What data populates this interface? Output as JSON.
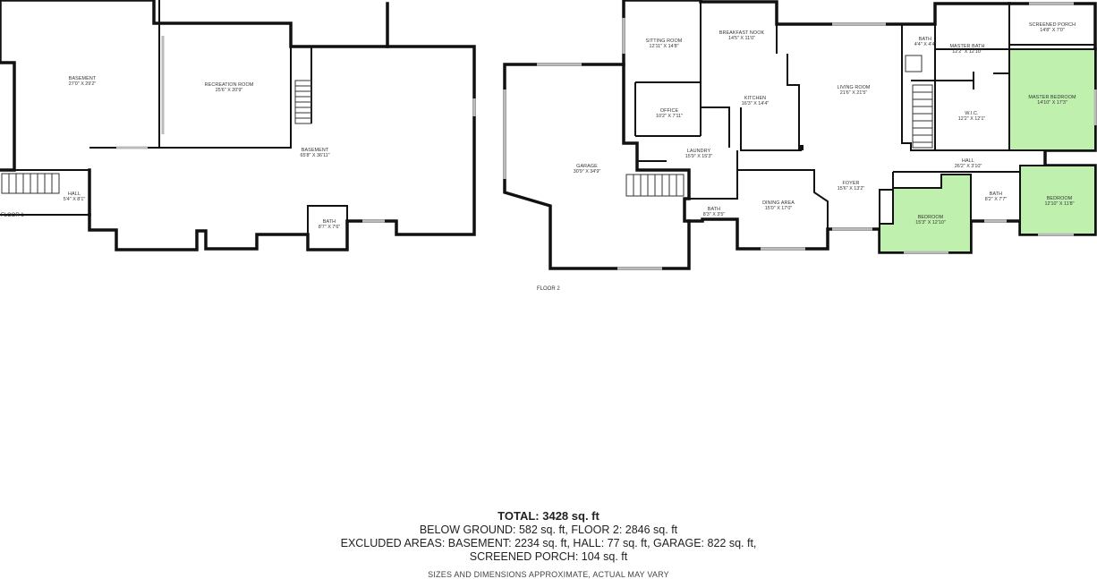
{
  "floors": {
    "floor1": {
      "label": "FLOOR 1",
      "rooms": {
        "basement_a": {
          "name": "BASEMENT",
          "dims": "27'0\" X 29'2\""
        },
        "recreation": {
          "name": "RECREATION ROOM",
          "dims": "25'6\" X 20'9\""
        },
        "basement_b": {
          "name": "BASEMENT",
          "dims": "65'8\" X 36'11\""
        },
        "hall": {
          "name": "HALL",
          "dims": "5'4\" X 8'1\""
        },
        "bath": {
          "name": "BATH",
          "dims": "8'7\" X 7'6\""
        }
      }
    },
    "floor2": {
      "label": "FLOOR 2",
      "rooms": {
        "garage": {
          "name": "GARAGE",
          "dims": "30'9\" X 34'9\""
        },
        "sitting": {
          "name": "SITTING ROOM",
          "dims": "12'11\" X 14'8\""
        },
        "breakfast": {
          "name": "BREAKFAST NOOK",
          "dims": "14'5\" X 11'0\""
        },
        "office": {
          "name": "OFFICE",
          "dims": "10'2\" X 7'11\""
        },
        "kitchen": {
          "name": "KITCHEN",
          "dims": "16'3\" X 14'4\""
        },
        "laundry": {
          "name": "LAUNDRY",
          "dims": "15'9\" X 15'3\""
        },
        "bath_small": {
          "name": "BATH",
          "dims": "8'3\" X 3'5\""
        },
        "dining": {
          "name": "DINING AREA",
          "dims": "15'0\" X 17'0\""
        },
        "living": {
          "name": "LIVING ROOM",
          "dims": "21'6\" X 21'5\""
        },
        "foyer": {
          "name": "FOYER",
          "dims": "15'6\" X 13'2\""
        },
        "bath_tiny": {
          "name": "BATH",
          "dims": "4'4\" X 4'4\""
        },
        "master_bath": {
          "name": "MASTER BATH",
          "dims": "12'2\" X 12'10\""
        },
        "wic": {
          "name": "W.I.C.",
          "dims": "12'2\" X 12'1\""
        },
        "screened_porch": {
          "name": "SCREENED PORCH",
          "dims": "14'8\" X 7'0\""
        },
        "master_bedroom": {
          "name": "MASTER BEDROOM",
          "dims": "14'10\" X 17'3\""
        },
        "hall": {
          "name": "HALL",
          "dims": "26'2\" X 3'10\""
        },
        "bedroom_a": {
          "name": "BEDROOM",
          "dims": "15'3\" X 12'10\""
        },
        "bath_b": {
          "name": "BATH",
          "dims": "8'2\" X 7'7\""
        },
        "bedroom_b": {
          "name": "BEDROOM",
          "dims": "12'10\" X 11'8\""
        }
      }
    }
  },
  "summary": {
    "total": "TOTAL: 3428 sq. ft",
    "line1": "BELOW GROUND: 582 sq. ft, FLOOR 2: 2846 sq. ft",
    "line2": "EXCLUDED AREAS: BASEMENT: 2234 sq. ft, HALL: 77 sq. ft, GARAGE: 822 sq. ft,",
    "line3": "SCREENED PORCH: 104 sq. ft",
    "disclaimer": "SIZES AND DIMENSIONS APPROXIMATE, ACTUAL MAY VARY"
  },
  "colors": {
    "highlight_room": "#bff0ad",
    "wall": "#111111",
    "window": "#bbbbbb"
  }
}
